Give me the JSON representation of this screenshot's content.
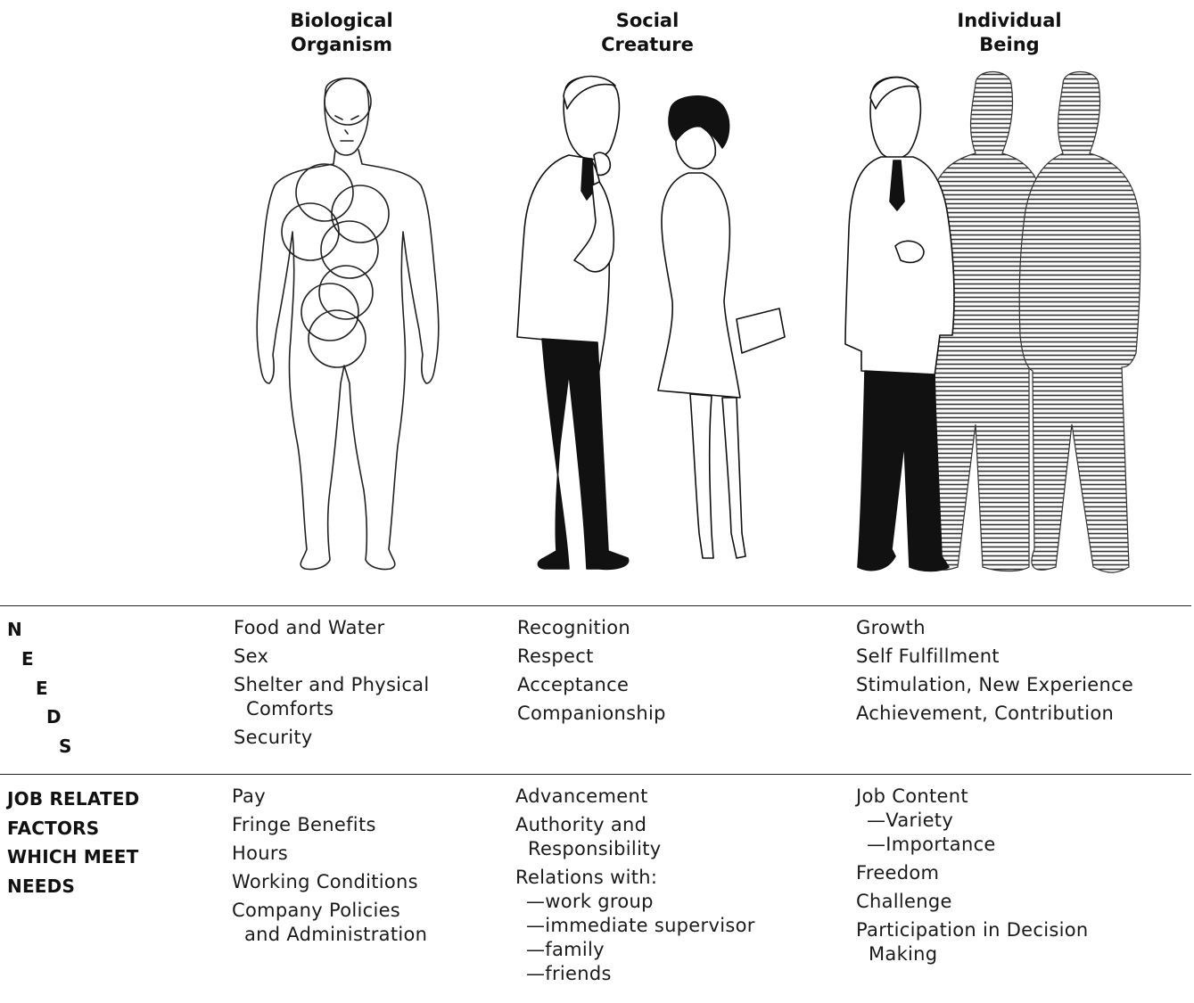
{
  "headings": {
    "biological": [
      "Biological",
      "Organism"
    ],
    "social": [
      "Social",
      "Creature"
    ],
    "individual": [
      "Individual",
      "Being"
    ]
  },
  "needs_label": [
    "N",
    "E",
    "E",
    "D",
    "S"
  ],
  "factors_label": [
    "JOB RELATED",
    "FACTORS",
    "WHICH MEET",
    "NEEDS"
  ],
  "needs": {
    "biological": [
      "Food and Water",
      "Sex",
      "Shelter and Physical",
      "Comforts",
      "Security"
    ],
    "social": [
      "Recognition",
      "Respect",
      "Acceptance",
      "Companionship"
    ],
    "individual": [
      "Growth",
      "Self Fulfillment",
      "Stimulation, New Experience",
      "Achievement, Contribution"
    ]
  },
  "factors": {
    "biological": [
      "Pay",
      "Fringe Benefits",
      "Hours",
      "Working Conditions",
      "Company Policies",
      "and Administration"
    ],
    "social": [
      "Advancement",
      "Authority and",
      "Responsibility",
      "Relations with:",
      "—work group",
      "—immediate supervisor",
      "—family",
      "—friends"
    ],
    "individual": [
      "Job Content",
      "—Variety",
      "—Importance",
      "Freedom",
      "Challenge",
      "Participation in Decision",
      "Making"
    ]
  }
}
